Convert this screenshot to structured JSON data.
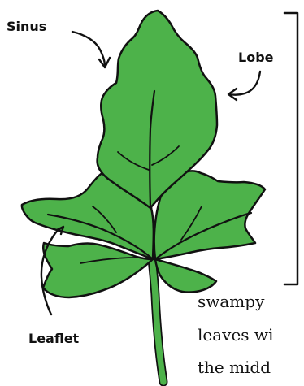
{
  "labels": {
    "sinus": "Sinus",
    "lobe": "Lobe",
    "leaflet": "Leaflet"
  },
  "body_text": [
    "swampy",
    "leaves wi",
    "the midd"
  ],
  "colors": {
    "leaf_fill": "#4db24a",
    "outline": "#111111",
    "background": "#ffffff"
  }
}
